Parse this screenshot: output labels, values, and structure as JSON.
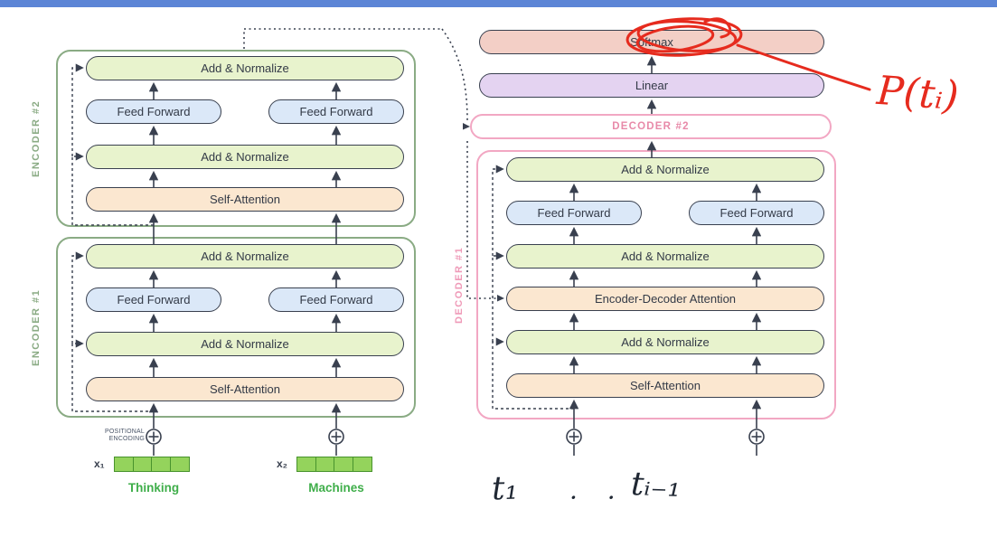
{
  "topbar": {
    "color": "#5c85d6"
  },
  "colors": {
    "outline_dark": "#39404f",
    "encoder_border": "#8aab84",
    "decoder_border": "#f2a7c3",
    "add_normalize_fill": "#e8f3cd",
    "feed_forward_fill": "#dbe8f8",
    "attention_fill": "#fbe7d0",
    "softmax_fill": "#f3cfc6",
    "linear_fill": "#e4d3f1",
    "embedding_green": "#94d35c",
    "word_green": "#3fae4a",
    "annotation_red": "#e62b1e"
  },
  "encoder2": {
    "label": "ENCODER #2",
    "add_norm_top": "Add & Normalize",
    "feed_forward_left": "Feed Forward",
    "feed_forward_right": "Feed Forward",
    "add_norm_mid": "Add & Normalize",
    "self_attention": "Self-Attention"
  },
  "encoder1": {
    "label": "ENCODER #1",
    "add_norm_top": "Add & Normalize",
    "feed_forward_left": "Feed Forward",
    "feed_forward_right": "Feed Forward",
    "add_norm_mid": "Add & Normalize",
    "self_attention": "Self-Attention"
  },
  "decoder_stack": {
    "softmax": "Softmax",
    "linear": "Linear",
    "decoder2_label": "DECODER #2"
  },
  "decoder1": {
    "label": "DECODER #1",
    "add_norm_top": "Add & Normalize",
    "feed_forward_left": "Feed Forward",
    "feed_forward_right": "Feed Forward",
    "add_norm_mid": "Add & Normalize",
    "encoder_decoder_attention": "Encoder-Decoder Attention",
    "add_norm_bottom": "Add & Normalize",
    "self_attention": "Self-Attention"
  },
  "inputs": {
    "positional_encoding_line1": "POSITIONAL",
    "positional_encoding_line2": "ENCODING",
    "x1_label": "x₁",
    "x2_label": "x₂",
    "word1": "Thinking",
    "word2": "Machines"
  },
  "handwritten": {
    "probability": "P(tᵢ)",
    "token_first": "t₁",
    "ellipsis": "· ·",
    "token_prev": "tᵢ₋₁"
  }
}
